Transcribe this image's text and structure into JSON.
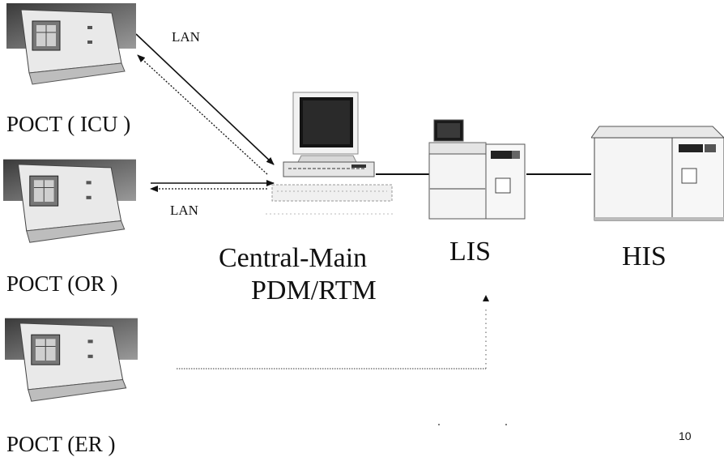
{
  "devices": [
    {
      "label": "POCT ( ICU )"
    },
    {
      "label": "POCT (OR )"
    },
    {
      "label": "POCT (ER )"
    }
  ],
  "links": {
    "lan_top": "LAN",
    "lan_mid": "LAN"
  },
  "central": {
    "line1": "Central-Main",
    "line2": "PDM/RTM"
  },
  "lis": {
    "label": "LIS"
  },
  "his": {
    "label": "HIS"
  },
  "page_number": "10"
}
